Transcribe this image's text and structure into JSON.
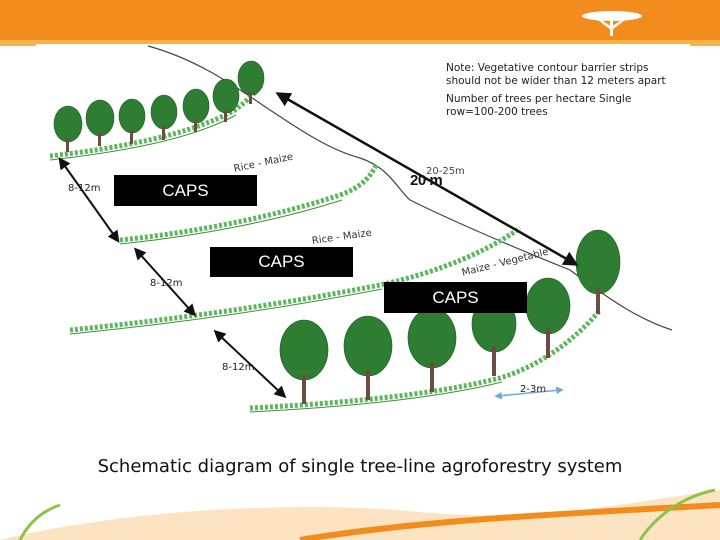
{
  "note": {
    "line1": "Note: Vegetative contour barrier strips should not be wider than 12 meters apart",
    "line2": "Number of trees per hectare Single row=100-200 trees"
  },
  "distance_label": "20 m",
  "distance_label_underlying": "20-25m",
  "spacing_labels": [
    "8-12m",
    "8-12m",
    "8-12m"
  ],
  "tree_spacing_label": "2-3m",
  "crop_labels": [
    "Rice - Maize",
    "Rice - Maize",
    "Maize - Vegetable"
  ],
  "caps_labels": [
    "CAPS",
    "CAPS",
    "CAPS"
  ],
  "caption": "Schematic diagram of single tree-line agroforestry system",
  "colors": {
    "banner": "#f28c1c",
    "tree": "#2e7d32",
    "grass": "#5cb85c",
    "caps_box": "#000000"
  }
}
